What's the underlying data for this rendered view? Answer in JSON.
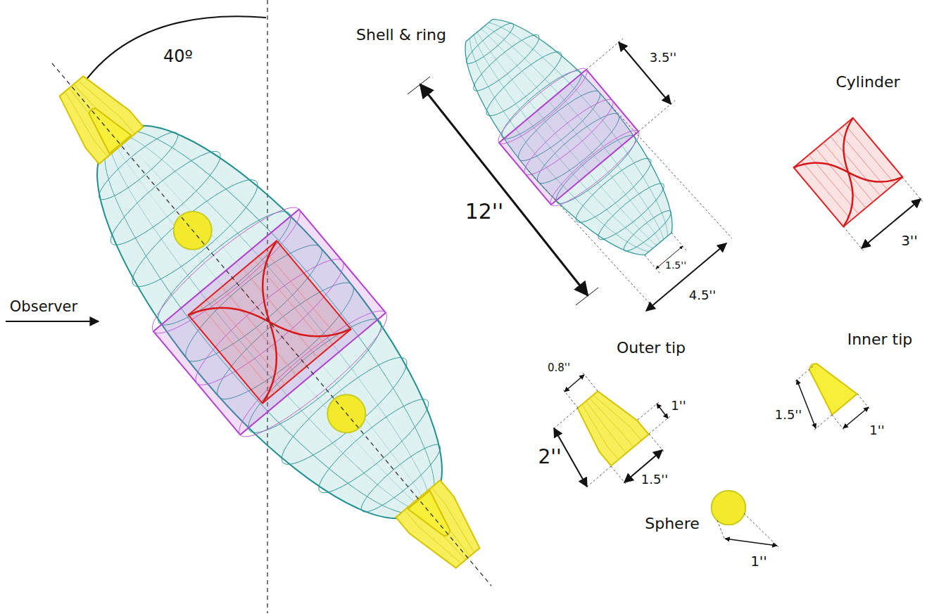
{
  "diagram": {
    "labels": [
      "40º",
      "Observer",
      "Shell & ring",
      "12''",
      "3.5''",
      "1.5''",
      "4.5''",
      "Cylinder",
      "3''",
      "Outer tip",
      "0.8''",
      "1''",
      "2''",
      "1.5''",
      "Inner tip",
      "1.5''",
      "1''",
      "Sphere",
      "1''"
    ]
  }
}
